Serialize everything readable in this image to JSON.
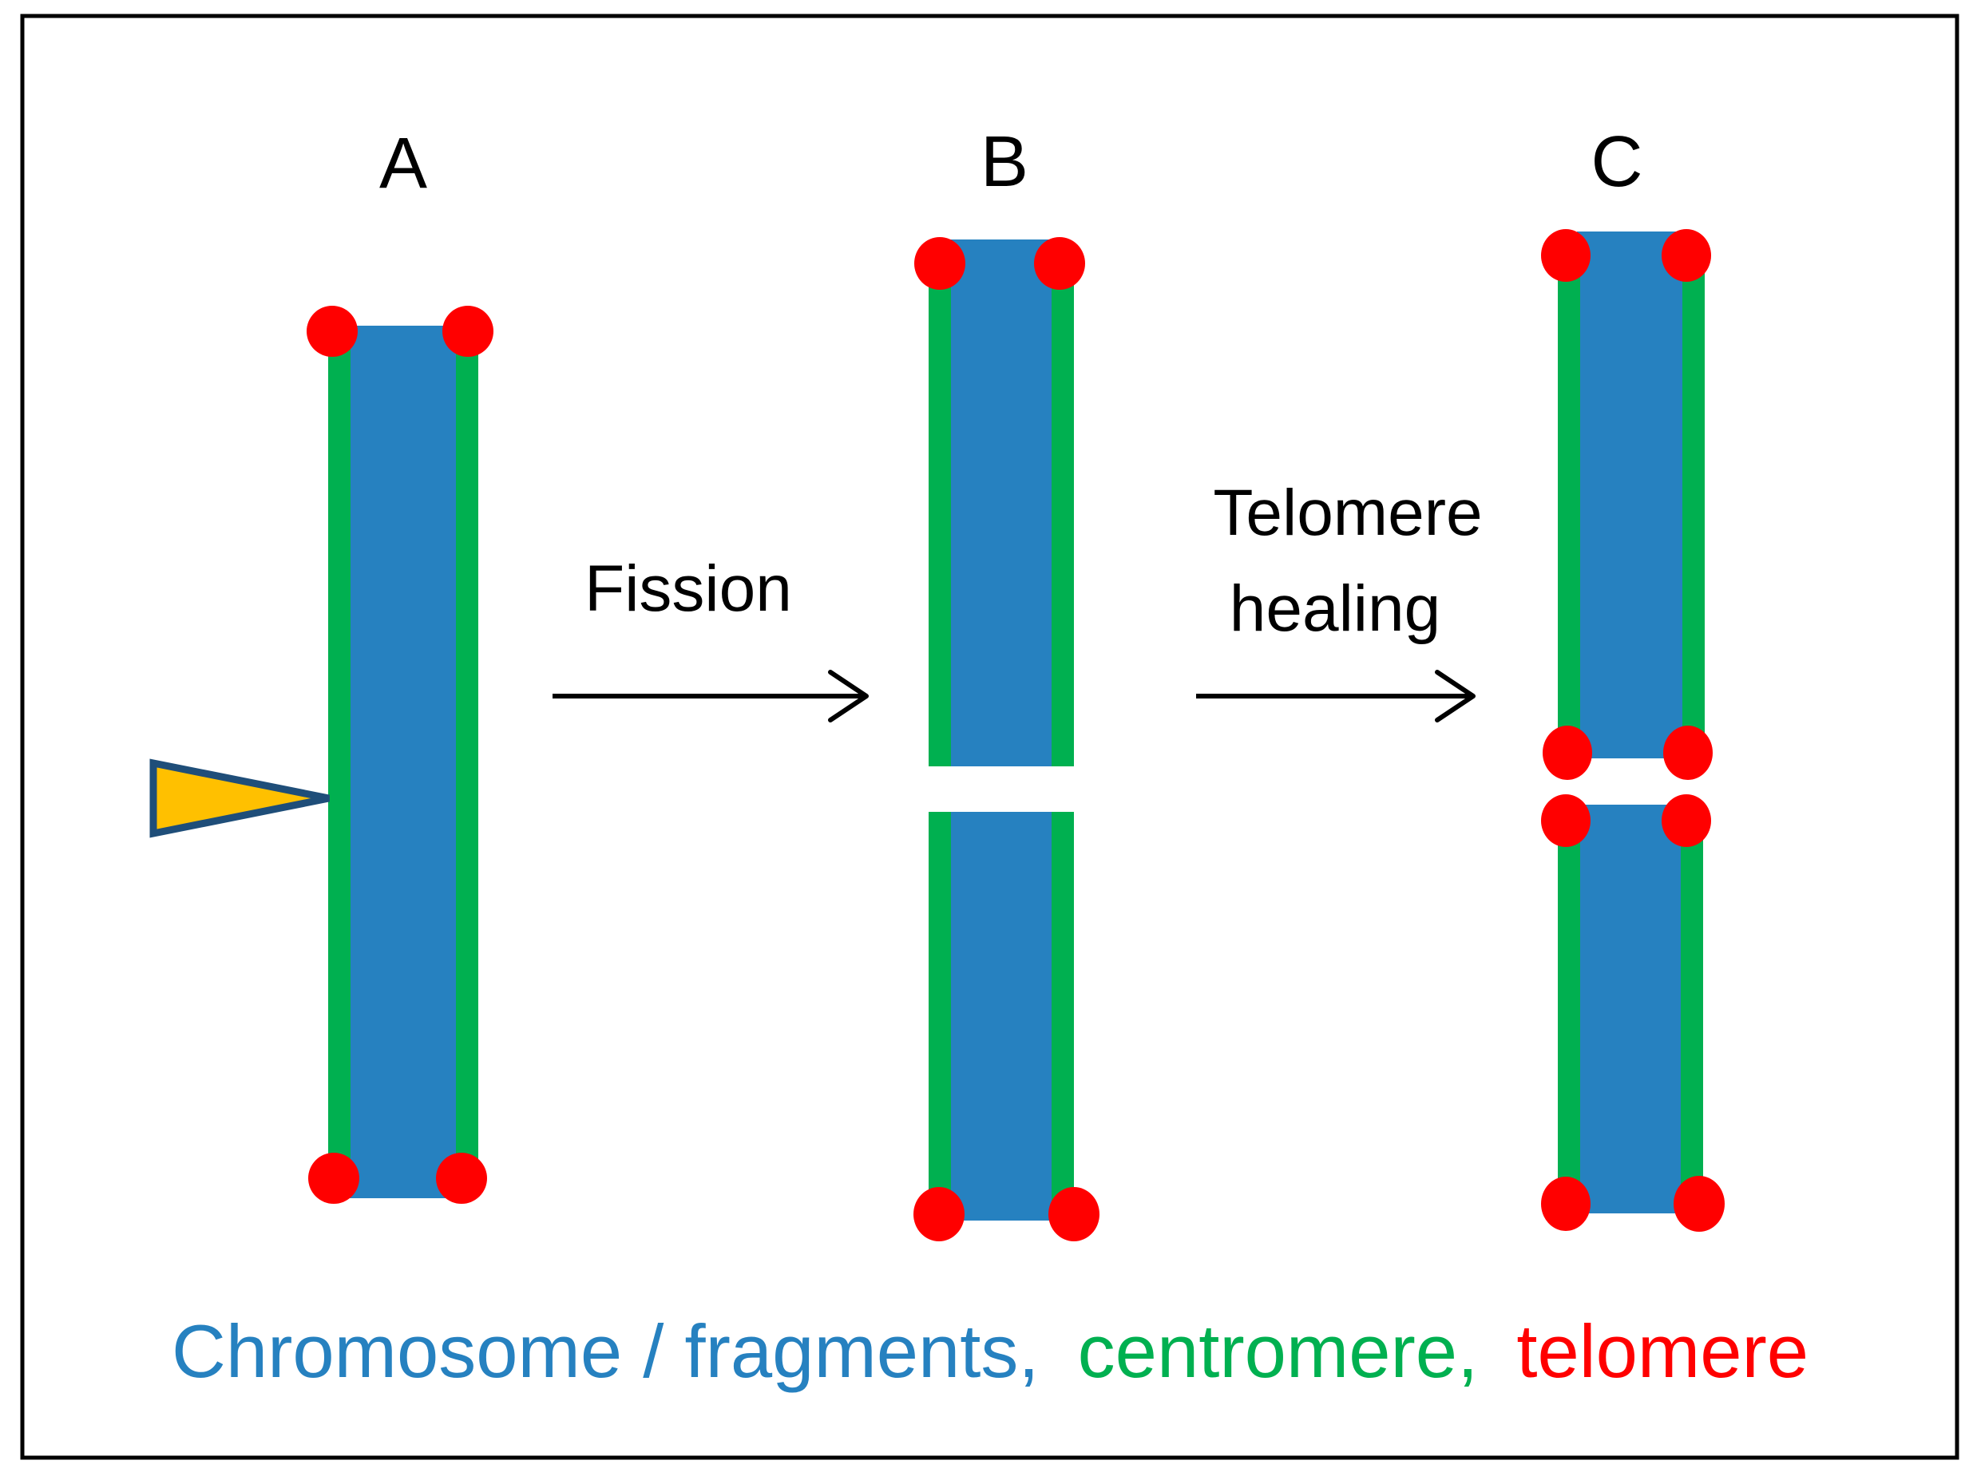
{
  "colors": {
    "chromosome": "#2681c0",
    "centromere": "#00b050",
    "telomere": "#ff0000",
    "marker_fill": "#ffc000",
    "marker_stroke": "#1f4e79",
    "arrow": "#000000",
    "frame": "#000000",
    "background": "#ffffff"
  },
  "stages": [
    {
      "label": "A"
    },
    {
      "label": "B"
    },
    {
      "label": "C"
    }
  ],
  "arrows": [
    {
      "label_lines": [
        "Fission"
      ]
    },
    {
      "label_lines": [
        "Telomere",
        "healing"
      ]
    }
  ],
  "legend": {
    "chromosome_text": "Chromosome / fragments,",
    "centromere_text": "centromere,",
    "telomere_text": "telomere"
  },
  "icons": {
    "marker": "triangle-marker-icon",
    "telomere": "telomere-dot-icon"
  }
}
